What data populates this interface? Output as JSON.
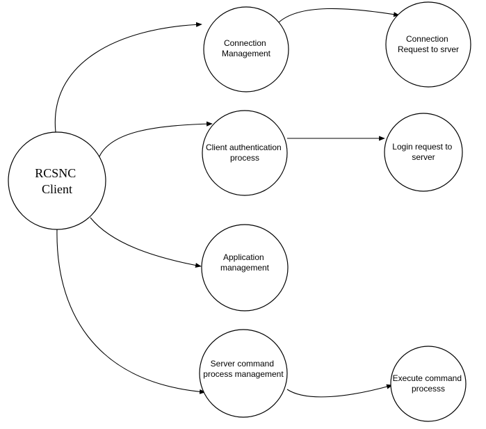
{
  "nodes": {
    "client": {
      "lines": [
        "RCSNC",
        "Client"
      ]
    },
    "connection_management": {
      "lines": [
        "Connection",
        "Management"
      ]
    },
    "connection_request": {
      "lines": [
        "Connection",
        "Request to srver"
      ]
    },
    "client_auth": {
      "lines": [
        "Client authentication",
        "process"
      ]
    },
    "login_request": {
      "lines": [
        "Login request to",
        "server"
      ]
    },
    "application_management": {
      "lines": [
        "Application",
        "management"
      ]
    },
    "server_command": {
      "lines": [
        "Server command",
        "process management"
      ]
    },
    "execute_command": {
      "lines": [
        "Execute command",
        "processs"
      ]
    }
  }
}
